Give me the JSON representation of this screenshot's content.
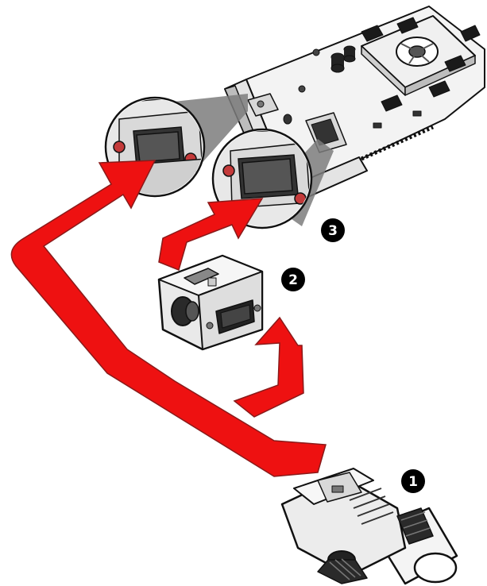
{
  "steps": [
    {
      "number": "1",
      "part": "vga-cable-connector"
    },
    {
      "number": "2",
      "part": "dvi-to-vga-adapter"
    },
    {
      "number": "3",
      "part": "dvi-port"
    }
  ],
  "colors": {
    "arrow": "#ee1111",
    "arrow_shadow": "#8a1a1a",
    "outline": "#111111",
    "connector_body": "#e9e9e9",
    "connector_dark": "#222222",
    "card_board": "#f2f2f2",
    "badge": "#000000",
    "badge_text": "#ffffff"
  }
}
